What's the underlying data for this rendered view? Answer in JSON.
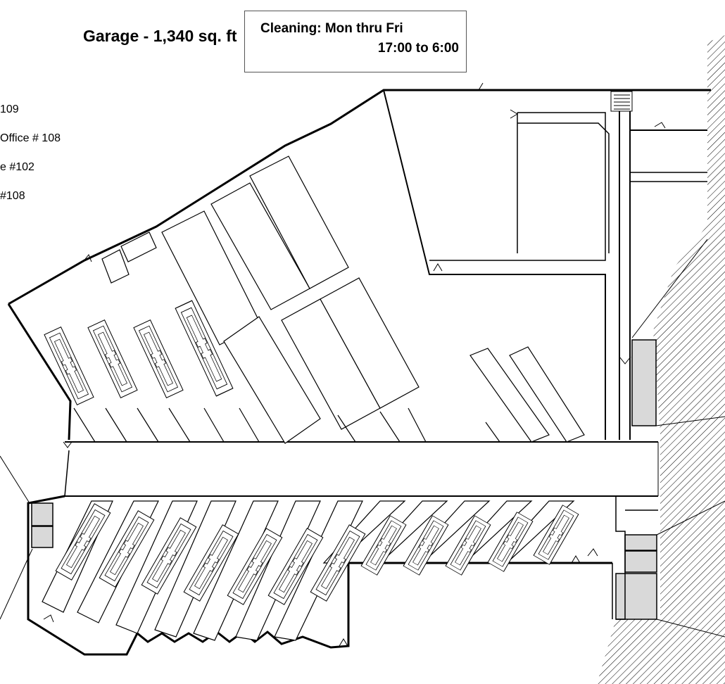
{
  "title": "Garage - 1,340 sq. ft",
  "cleaning": {
    "line1": "Cleaning: Mon thru Fri",
    "line2": "17:00 to 6:00"
  },
  "legend": [
    {
      "text": "109"
    },
    {
      "text": "Office # 108"
    },
    {
      "text": "e #102"
    },
    {
      "text": "#108"
    }
  ],
  "colors": {
    "room_fill": "#d9d9d9",
    "wall": "#000000",
    "hatch": "#000000"
  }
}
